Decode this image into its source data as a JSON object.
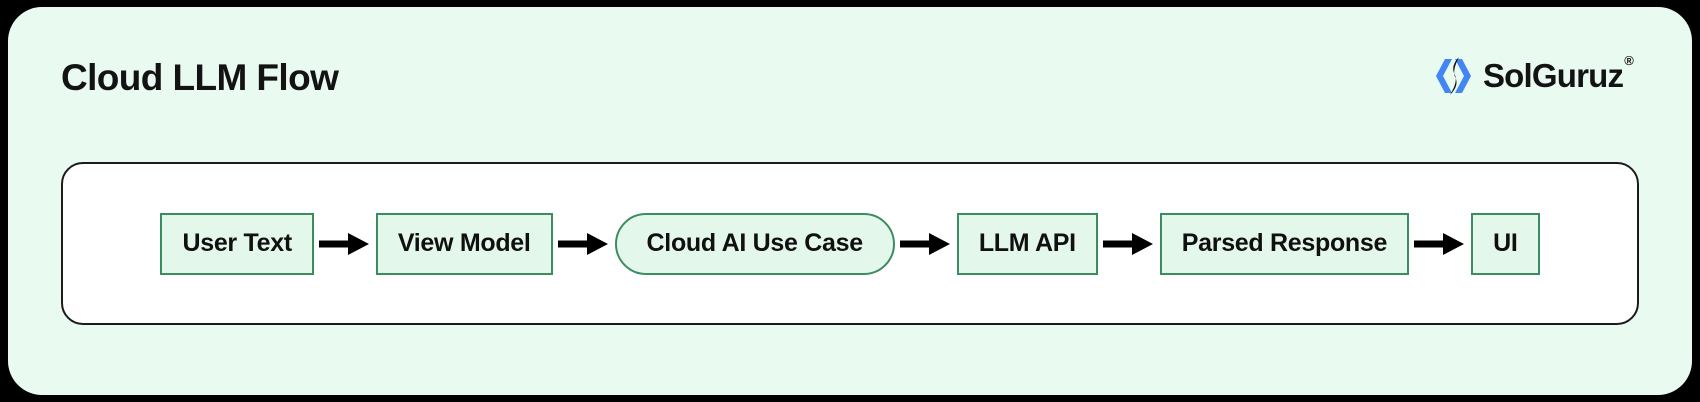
{
  "header": {
    "title": "Cloud LLM Flow",
    "brand": {
      "name": "SolGuruz",
      "trademark": "®",
      "logo_icon": "solguruz-chevron-icon",
      "mark_color_blue": "#4285F4",
      "mark_color_dark": "#111111"
    }
  },
  "diagram_data": {
    "type": "flowchart",
    "orientation": "left-to-right",
    "title": "Cloud LLM Flow",
    "background_color": "#E9FBF1",
    "container_background": "#FFFFFF",
    "node_fill": "#E3F8EA",
    "node_border": "#3C8C62",
    "arrow_color": "#000000",
    "nodes": [
      {
        "id": "user-text",
        "label": "User Text",
        "shape": "rect"
      },
      {
        "id": "view-model",
        "label": "View Model",
        "shape": "rect"
      },
      {
        "id": "cloud-ai-use-case",
        "label": "Cloud AI Use Case",
        "shape": "pill"
      },
      {
        "id": "llm-api",
        "label": "LLM API",
        "shape": "rect"
      },
      {
        "id": "parsed-response",
        "label": "Parsed Response",
        "shape": "rect"
      },
      {
        "id": "ui",
        "label": "UI",
        "shape": "rect"
      }
    ],
    "edges": [
      {
        "from": "user-text",
        "to": "view-model",
        "style": "arrow"
      },
      {
        "from": "view-model",
        "to": "cloud-ai-use-case",
        "style": "arrow"
      },
      {
        "from": "cloud-ai-use-case",
        "to": "llm-api",
        "style": "arrow"
      },
      {
        "from": "llm-api",
        "to": "parsed-response",
        "style": "arrow"
      },
      {
        "from": "parsed-response",
        "to": "ui",
        "style": "arrow"
      }
    ]
  }
}
